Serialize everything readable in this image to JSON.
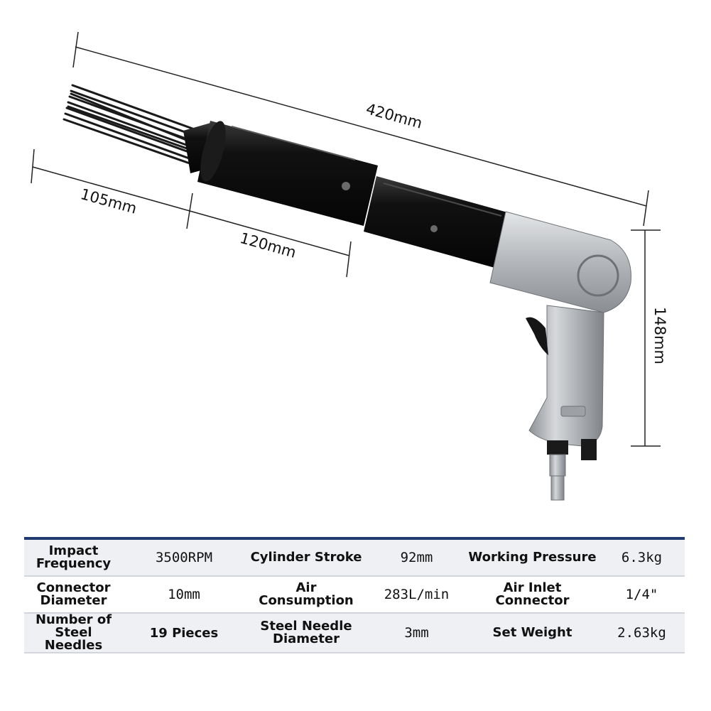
{
  "dimensions": {
    "total_length": "420mm",
    "needle_length": "105mm",
    "barrel_length": "120mm",
    "height": "148mm"
  },
  "specs": [
    [
      {
        "label": "Impact Frequency",
        "value": "3500RPM"
      },
      {
        "label": "Cylinder Stroke",
        "value": "92mm"
      },
      {
        "label": "Working Pressure",
        "value": "6.3kg"
      }
    ],
    [
      {
        "label": "Connector Diameter",
        "value": "10mm"
      },
      {
        "label": "Air Consumption",
        "value": "283L/min"
      },
      {
        "label": "Air Inlet Connector",
        "value": "1/4\""
      }
    ],
    [
      {
        "label": "Number of Steel Needles",
        "value": "19 Pieces"
      },
      {
        "label": "Steel Needle Diameter",
        "value": "3mm"
      },
      {
        "label": "Set Weight",
        "value": "2.63kg"
      }
    ]
  ],
  "colors": {
    "table_accent": "#1f3a6e",
    "tool_body": "#151515",
    "handle_metal": "#b9bcc0"
  }
}
